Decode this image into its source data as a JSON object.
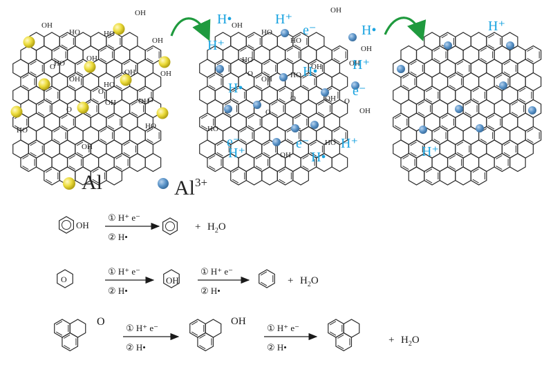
{
  "colors": {
    "al_metal": "#ecdc3c",
    "al_ion": "#5a93c8",
    "proton_text": "#1aa3e0",
    "transfer_arrow": "#1f9a3e",
    "bond_line": "#2a2a2a"
  },
  "labels": {
    "oh": "OH",
    "ho": "HO",
    "o": "O",
    "h_plus": "H⁺",
    "h_dot": "H•",
    "electron": "e⁻"
  },
  "legend": {
    "metal_label": "Al",
    "ion_label": "Al",
    "ion_charge": "3+"
  },
  "reactions": {
    "step1": "① H⁺ e⁻",
    "step2": "②  H•",
    "plus": "+",
    "water_base": "H",
    "water_sub": "2",
    "water_end": "O",
    "r1_oh": "OH",
    "r2_oh": "OH",
    "r3_ketone_o": "O",
    "r3_oh": "OH"
  }
}
